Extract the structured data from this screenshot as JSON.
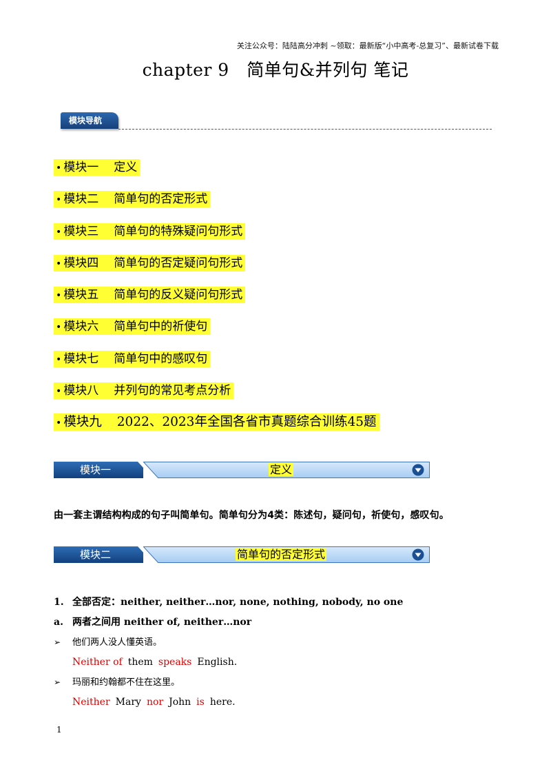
{
  "header_note": "关注公众号：陆陆高分冲刺 ~领取：最新版“小中高考-总复习”、最新试卷下载",
  "title": "chapter 9　简单句&并列句 笔记",
  "nav_label": "模块导航",
  "menu": [
    {
      "bullet": "•",
      "label": "模块一",
      "text": "定义"
    },
    {
      "bullet": "•",
      "label": "模块二",
      "text": "简单句的否定形式"
    },
    {
      "bullet": "•",
      "label": "模块三",
      "text": "简单句的特殊疑问句形式"
    },
    {
      "bullet": "•",
      "label": "模块四",
      "text": "简单句的否定疑问句形式"
    },
    {
      "bullet": "•",
      "label": "模块五",
      "text": "简单句的反义疑问句形式"
    },
    {
      "bullet": "•",
      "label": "模块六",
      "text": "简单句中的祈使句"
    },
    {
      "bullet": "•",
      "label": "模块七",
      "text": "简单句中的感叹句"
    },
    {
      "bullet": "•",
      "label": "模块八",
      "text": "并列句的常见考点分析"
    },
    {
      "bullet": "•",
      "label": "模块九",
      "text": "2022、2023年全国各省市真题综合训练45题"
    }
  ],
  "section1": {
    "label": "模块一",
    "title": "定义"
  },
  "definition": "由一套主谓结构构成的句子叫简单句。简单句分为4类：陈述句，疑问句，祈使句，感叹句。",
  "section2": {
    "label": "模块二",
    "title": "简单句的否定形式"
  },
  "item1": {
    "num": "1.",
    "text": "全部否定：neither, neither…nor, none, nothing, nobody, no one"
  },
  "item_a": {
    "num": "a.",
    "text": "两者之间用 neither of, neither…nor"
  },
  "example1": {
    "arrow": "➢",
    "cn": "他们两人没人懂英语。",
    "en": [
      "Neither of",
      "them",
      "speaks",
      "English."
    ]
  },
  "example2": {
    "arrow": "➢",
    "cn": "玛丽和约翰都不住在这里。",
    "en": [
      "Neither",
      "Mary",
      "nor",
      "John",
      "is",
      "here."
    ]
  },
  "page_number": "1",
  "colors": {
    "highlight": "#ffff33",
    "banner_dark": "#17407a",
    "banner_light": "#a7cdf3",
    "emphasis": "#e00000"
  }
}
